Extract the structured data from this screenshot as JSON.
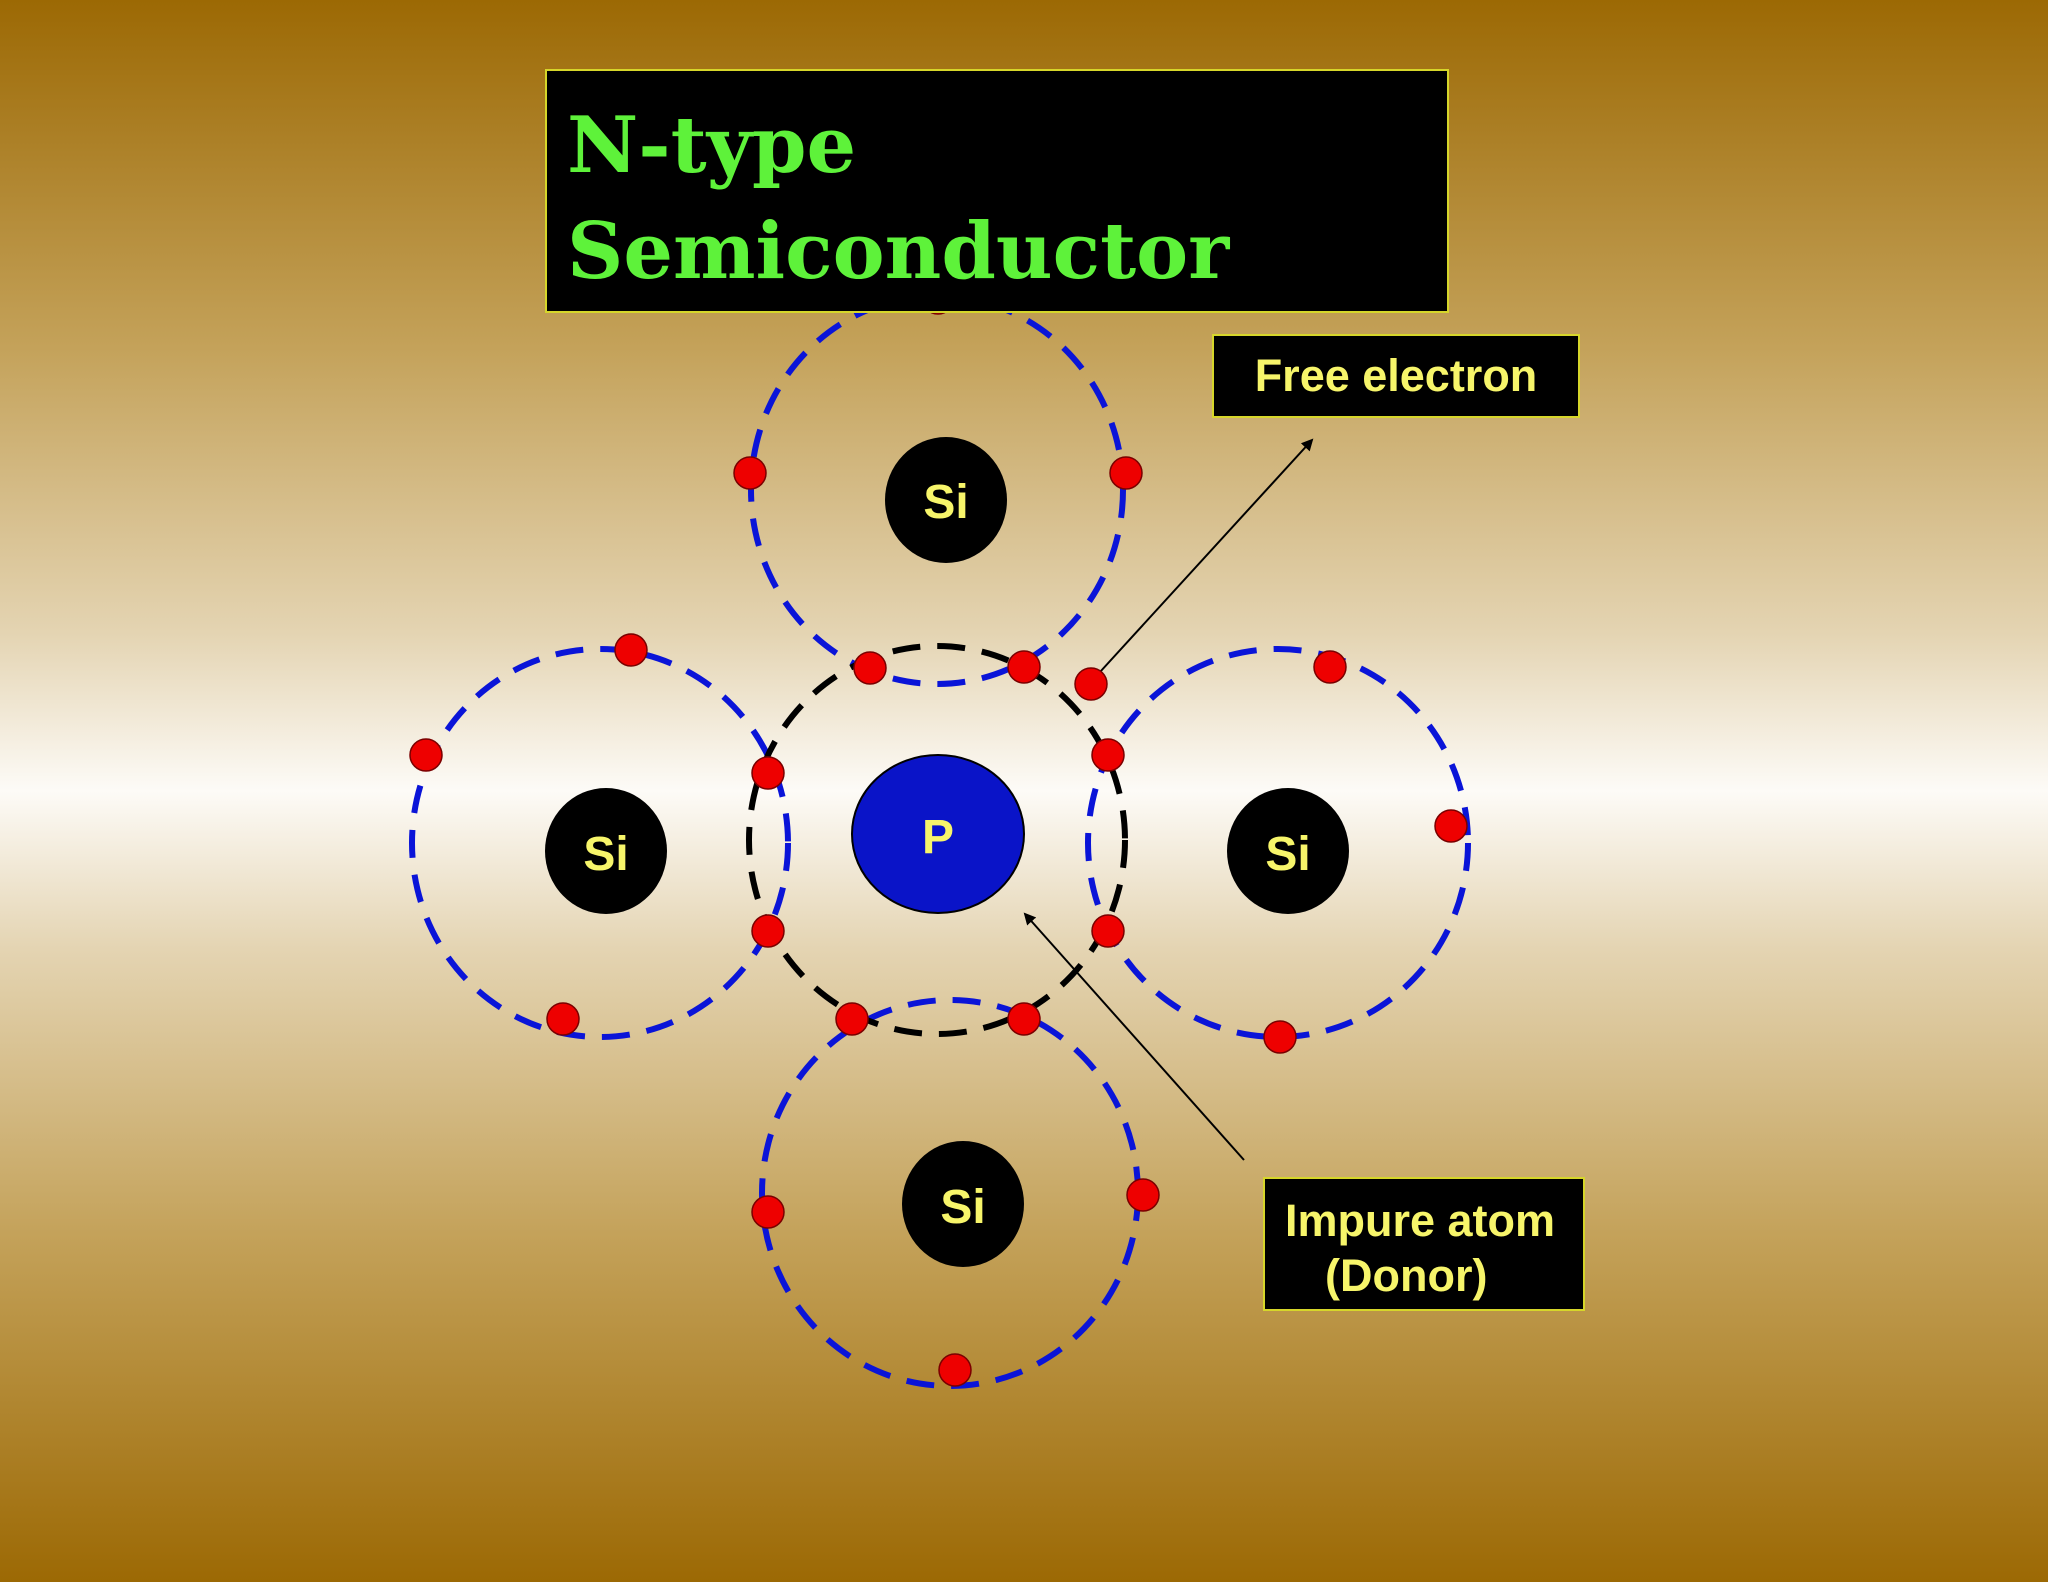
{
  "title": {
    "line1": "N-type",
    "line2": "Semiconductor"
  },
  "atoms": [
    {
      "id": "top",
      "label": "Si"
    },
    {
      "id": "left",
      "label": "Si"
    },
    {
      "id": "right",
      "label": "Si"
    },
    {
      "id": "bottom",
      "label": "Si"
    },
    {
      "id": "center",
      "label": "P"
    }
  ],
  "labels": {
    "free_electron": "Free electron",
    "impure_atom_line1": "Impure atom",
    "impure_atom_line2": "(Donor)"
  },
  "colors": {
    "title_text": "#5ef23a",
    "label_text": "#f7f56a",
    "box_border": "#d6d62a",
    "si_orbit": "#0a14d8",
    "p_orbit": "#000000",
    "electron": "#ee0000",
    "p_nucleus": "#0a14c8",
    "si_nucleus": "#000000"
  }
}
